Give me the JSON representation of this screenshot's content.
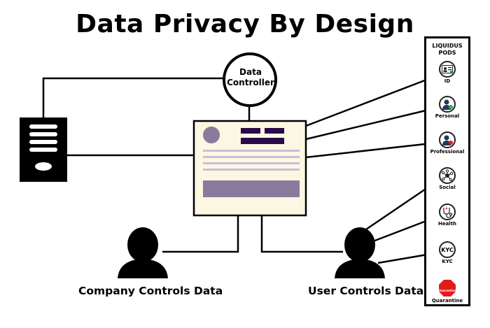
{
  "title": "Data Privacy By Design",
  "data_controller": {
    "line1": "Data",
    "line2": "Controller"
  },
  "captions": {
    "company": "Company Controls Data",
    "user": "User Controls Data"
  },
  "pods": {
    "title_line1": "LIQUIDUS",
    "title_line2": "PODS",
    "items": [
      {
        "label": "ID",
        "icon": "id-card-icon"
      },
      {
        "label": "Personal",
        "icon": "person-check-icon"
      },
      {
        "label": "Professional",
        "icon": "person-badge-icon"
      },
      {
        "label": "Social",
        "icon": "network-icon"
      },
      {
        "label": "Health",
        "icon": "stethoscope-icon"
      },
      {
        "label": "KYC",
        "icon": "kyc-icon",
        "icon_text": "KYC"
      },
      {
        "label": "Quarantine",
        "icon": "quarantine-stop-icon",
        "icon_text": "Quarantine"
      }
    ]
  },
  "colors": {
    "document_bg": "#fbf7e2",
    "document_accent": "#2a0a4a",
    "document_lines": "#c9bfd9",
    "document_bar": "#8a7a9c",
    "avatar": "#8a7a9c",
    "quarantine": "#e31b1b"
  }
}
